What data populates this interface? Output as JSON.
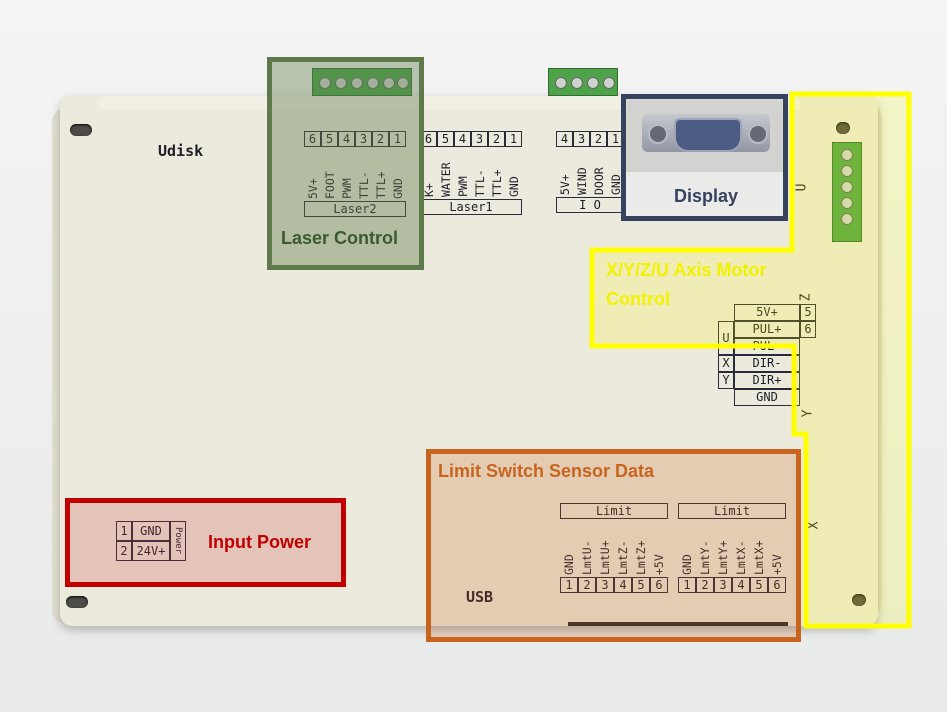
{
  "board": {
    "udisk": "Udisk",
    "usb": "USB",
    "laser2": {
      "pins": [
        "6",
        "5",
        "4",
        "3",
        "2",
        "1"
      ],
      "signals": [
        "5V+",
        "FOOT",
        "PWM",
        "TTL-",
        "TTL+",
        "GND"
      ],
      "title": "Laser2"
    },
    "laser1": {
      "pins": [
        "6",
        "5",
        "4",
        "3",
        "2",
        "1"
      ],
      "signals": [
        "K+",
        "WATER",
        "PWM",
        "TTL-",
        "TTL+",
        "GND"
      ],
      "title": "Laser1"
    },
    "io": {
      "pins": [
        "4",
        "3",
        "2",
        "1"
      ],
      "signals": [
        "5V+",
        "WIND",
        "DOOR",
        "GND"
      ],
      "title": "I O"
    },
    "motor": {
      "rows": [
        "5V+",
        "PUL+",
        "PUL-",
        "DIR-",
        "DIR+",
        "GND"
      ],
      "pins": [
        "5",
        "6"
      ],
      "axes": [
        "U",
        "X",
        "Y"
      ]
    },
    "axis_letters": {
      "u": "U",
      "z": "Z",
      "y": "Y",
      "x": "X"
    },
    "limit1": {
      "title": "Limit",
      "signals": [
        "GND",
        "LmtU-",
        "LmtU+",
        "LmtZ-",
        "LmtZ+",
        "+5V"
      ],
      "pins": [
        "1",
        "2",
        "3",
        "4",
        "5",
        "6"
      ]
    },
    "limit2": {
      "title": "Limit",
      "signals": [
        "GND",
        "LmtY-",
        "LmtY+",
        "LmtX-",
        "LmtX+",
        "+5V"
      ],
      "pins": [
        "1",
        "2",
        "3",
        "4",
        "5",
        "6"
      ]
    },
    "power": {
      "pins": [
        "1",
        "2"
      ],
      "signals": [
        "GND",
        "24V+"
      ],
      "title": "Power"
    }
  },
  "labels": {
    "laser_control": "Laser Control",
    "display": "Display",
    "motor_control_line1": "X/Y/Z/U Axis Motor",
    "motor_control_line2": "Control",
    "limit_switch": "Limit Switch Sensor Data",
    "input_power": "Input Power"
  },
  "colors": {
    "laser_control": "#5e7a4a",
    "display": "#36425e",
    "motor_control": "#ffff00",
    "limit_switch": "#c8641e",
    "input_power": "#c00000"
  }
}
